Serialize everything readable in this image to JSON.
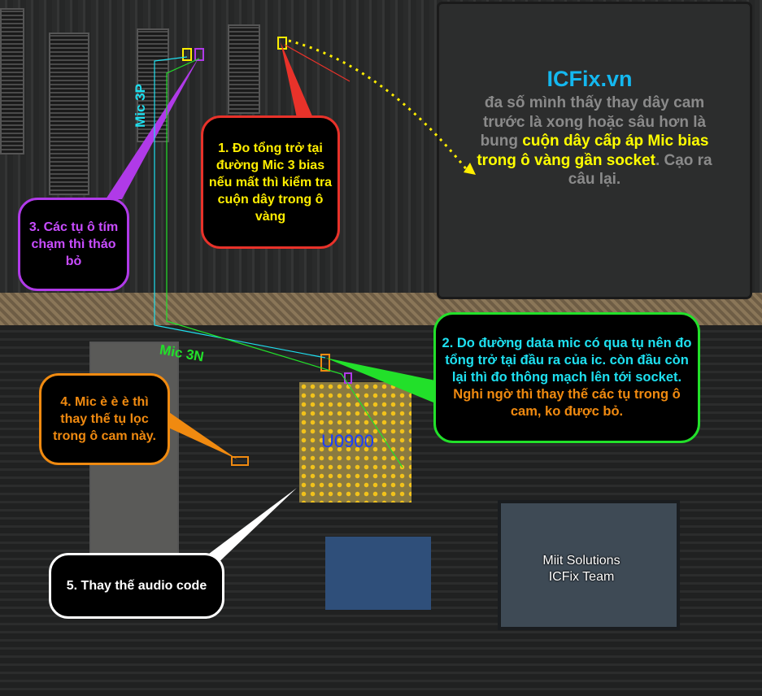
{
  "brand": {
    "title": "ICFix.vn"
  },
  "note": {
    "gray_1": "đa số mình thấy thay dây cam trước là xong hoặc sâu hơn là bung ",
    "yellow": "cuộn dây cấp áp Mic bias trong ô vàng gần socket",
    "gray_2": ". Cạo ra câu lại."
  },
  "labels": {
    "mic3p": "Mic 3P",
    "mic3n": "Mic 3N",
    "ic": "U0900"
  },
  "steps": {
    "s1": "1. Đo tổng trở tại đường Mic 3 bias nếu mất thì kiểm tra cuộn dây trong ô vàng",
    "s2a": "2. Do đường data mic có qua tụ nên đo tổng trở tại đầu ra của ic. còn đầu còn lại thì đo thông mạch lên tới socket.",
    "s2b": "Nghi ngờ thì thay thế các tụ trong ô cam, ko được bỏ.",
    "s3": "3. Các tụ ô tím chạm thì tháo bỏ",
    "s4": "4. Mic è è è thì thay thế tụ lọc trong ô cam này.",
    "s5": "5. Thay thế audio code"
  },
  "watermark": {
    "line1": "Miit Solutions",
    "line2": "ICFix Team"
  },
  "colors": {
    "red": "#e8322a",
    "green": "#22e02a",
    "purple": "#b03ae8",
    "orange": "#f08a10",
    "white": "#ffffff",
    "cyan": "#1ee0f0"
  }
}
